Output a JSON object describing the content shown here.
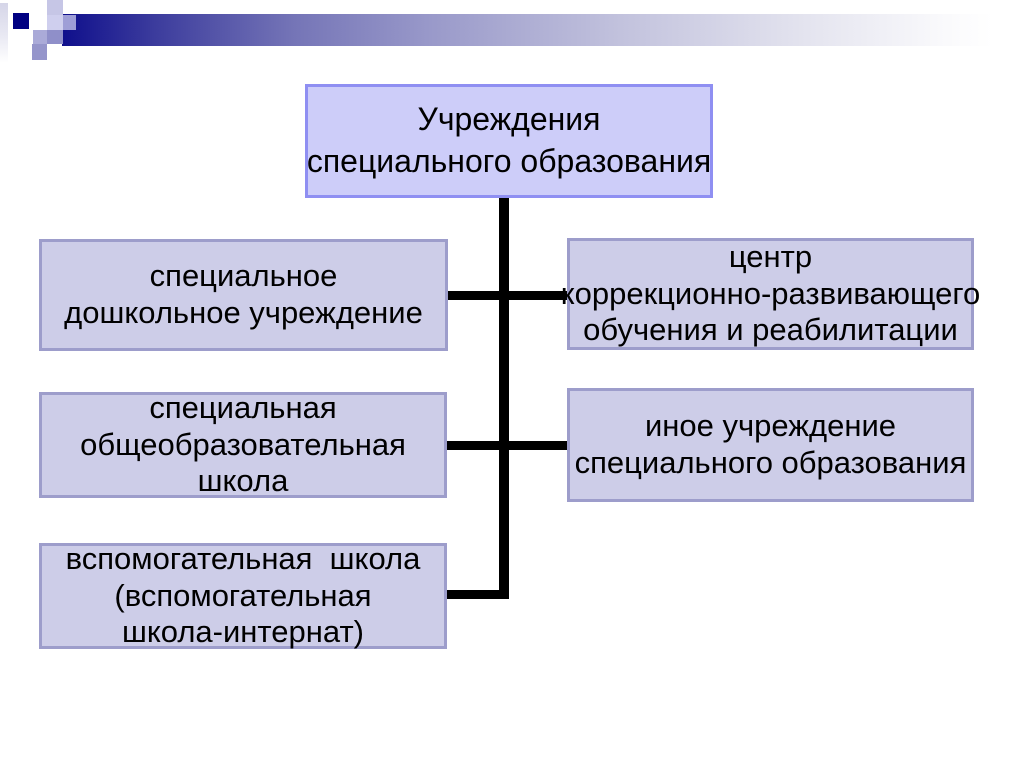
{
  "slide": {
    "title_node": {
      "label": "Учреждения\nспециального образования"
    },
    "nodes": [
      {
        "id": "special-preschool",
        "side": "left",
        "label": "специальное\nдошкольное учреждение"
      },
      {
        "id": "correction-center",
        "side": "right",
        "label": "центр\nкоррекционно-развивающего\nобучения и реабилитации"
      },
      {
        "id": "special-school",
        "side": "left",
        "label": "специальная\nобщеобразовательная\nшкола"
      },
      {
        "id": "other-institution",
        "side": "right",
        "label": "иное учреждение\nспециального образования"
      },
      {
        "id": "auxiliary-school",
        "side": "left",
        "label": "вспомогательная  школа\n(вспомогательная\nшкола-интернат)"
      }
    ],
    "colors": {
      "background": "#ffffff",
      "root_fill": "#cdcdf9",
      "root_border": "#8f8ff2",
      "node_fill": "#cdcde8",
      "node_border": "#9d9dcb",
      "connector": "#000000",
      "text": "#000000",
      "accent_bar_start": "#0f0f8c",
      "accent_bar_end": "#ffffff",
      "decor_navy_square": "#000082",
      "decor_lavender_light": "#c6c6e6",
      "decor_lavender_medium": "#9e9ed6"
    }
  }
}
